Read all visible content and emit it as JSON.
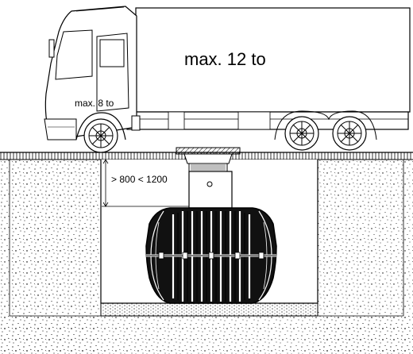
{
  "labels": {
    "trailer_load": "max. 12 to",
    "cab_load": "max. 8 to",
    "cover_depth": "> 800 < 1200"
  },
  "colors": {
    "line": "#000000",
    "background": "#ffffff",
    "soil_speckle": "#000000",
    "tank_fill": "#111111"
  }
}
